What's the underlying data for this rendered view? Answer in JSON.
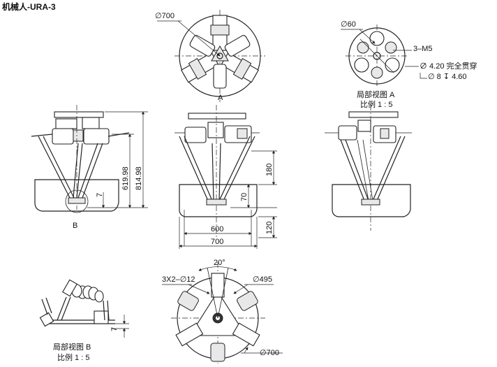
{
  "title": "机械人-URA-3",
  "top_view": {
    "dia_label": "∅700",
    "view_mark": "A"
  },
  "detail_a": {
    "dia_label": "∅60",
    "holes_label": "3–M5",
    "thru_label": "∅ 4.20 完全贯穿",
    "cbore_label": "∅ 8 ↧ 4.60",
    "caption": "局部视图 A",
    "scale": "比例 1 : 5"
  },
  "side_view_left": {
    "dim_1": "619.98",
    "dim_2": "814.98",
    "dim_3": "7",
    "detail_mark": "B"
  },
  "front_view": {
    "dim_180": "180",
    "dim_70": "70",
    "dim_120": "120",
    "dim_600": "600",
    "dim_700": "700"
  },
  "detail_b": {
    "dim_7": "7",
    "caption": "局部视图 B",
    "scale": "比例 1 : 5"
  },
  "bottom_view": {
    "angle": "20°",
    "holes": "3X2–∅12",
    "dia_495": "∅495",
    "dia_700": "∅700"
  }
}
